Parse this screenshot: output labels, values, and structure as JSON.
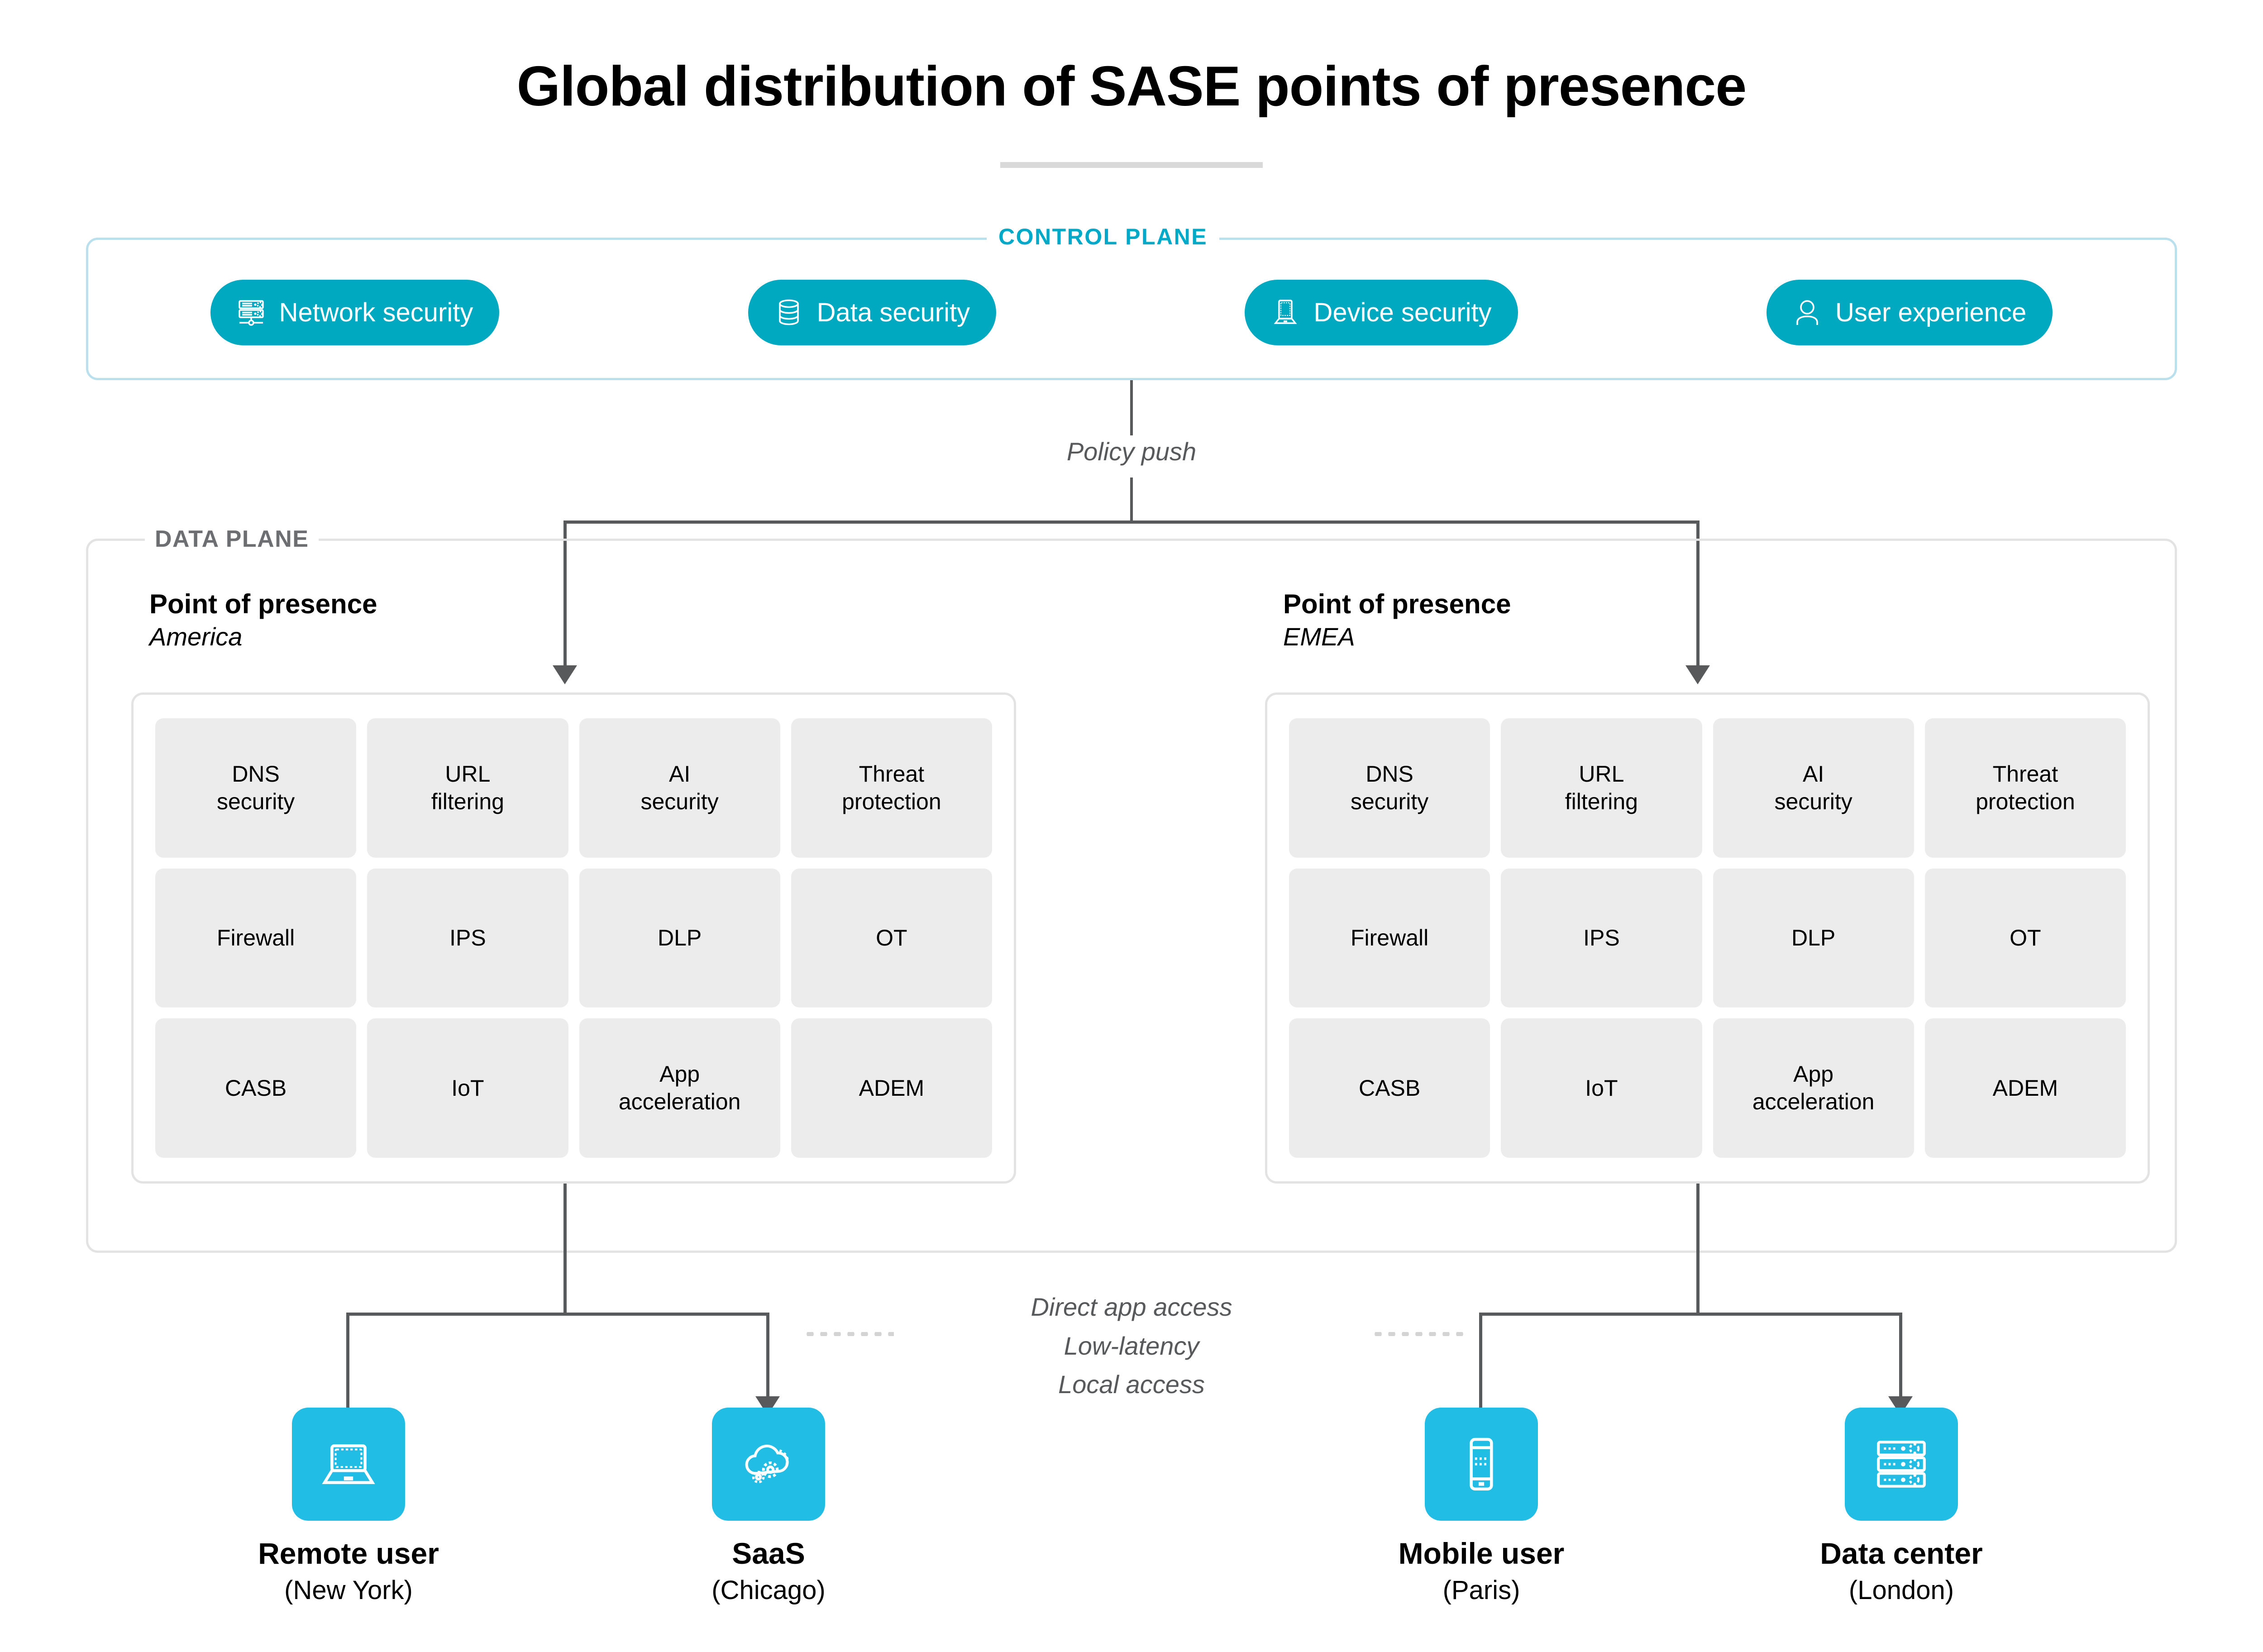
{
  "title": "Global distribution of SASE points of presence",
  "colors": {
    "accent_control": "#00a8c0",
    "accent_endpoint": "#21bde5",
    "control_label": "#00a9c8",
    "data_label": "#6d6e71",
    "connector": "#58595b",
    "tile_bg": "#ececec",
    "panel_border_control": "#b9e0ec",
    "panel_border_data": "#e3e3e3"
  },
  "control_plane": {
    "label": "CONTROL PLANE",
    "pills": [
      {
        "label": "Network security",
        "icon": "server-stack-icon"
      },
      {
        "label": "Data security",
        "icon": "database-icon"
      },
      {
        "label": "Device security",
        "icon": "laptop-icon"
      },
      {
        "label": "User experience",
        "icon": "user-icon"
      }
    ]
  },
  "policy_push": {
    "label": "Policy push"
  },
  "data_plane": {
    "label": "DATA PLANE",
    "pops": [
      {
        "title": "Point of presence",
        "region": "America",
        "services": [
          "DNS\nsecurity",
          "URL\nfiltering",
          "AI\nsecurity",
          "Threat\nprotection",
          "Firewall",
          "IPS",
          "DLP",
          "OT",
          "CASB",
          "IoT",
          "App\nacceleration",
          "ADEM"
        ]
      },
      {
        "title": "Point of presence",
        "region": "EMEA",
        "services": [
          "DNS\nsecurity",
          "URL\nfiltering",
          "AI\nsecurity",
          "Threat\nprotection",
          "Firewall",
          "IPS",
          "DLP",
          "OT",
          "CASB",
          "IoT",
          "App\nacceleration",
          "ADEM"
        ]
      }
    ]
  },
  "middle_notes": [
    "Direct app access",
    "Low-latency",
    "Local access"
  ],
  "endpoints": [
    {
      "name": "Remote user",
      "location": "(New York)",
      "icon": "laptop-icon"
    },
    {
      "name": "SaaS",
      "location": "(Chicago)",
      "icon": "cloud-gears-icon"
    },
    {
      "name": "Mobile user",
      "location": "(Paris)",
      "icon": "smartphone-icon"
    },
    {
      "name": "Data center",
      "location": "(London)",
      "icon": "server-rack-icon"
    }
  ]
}
